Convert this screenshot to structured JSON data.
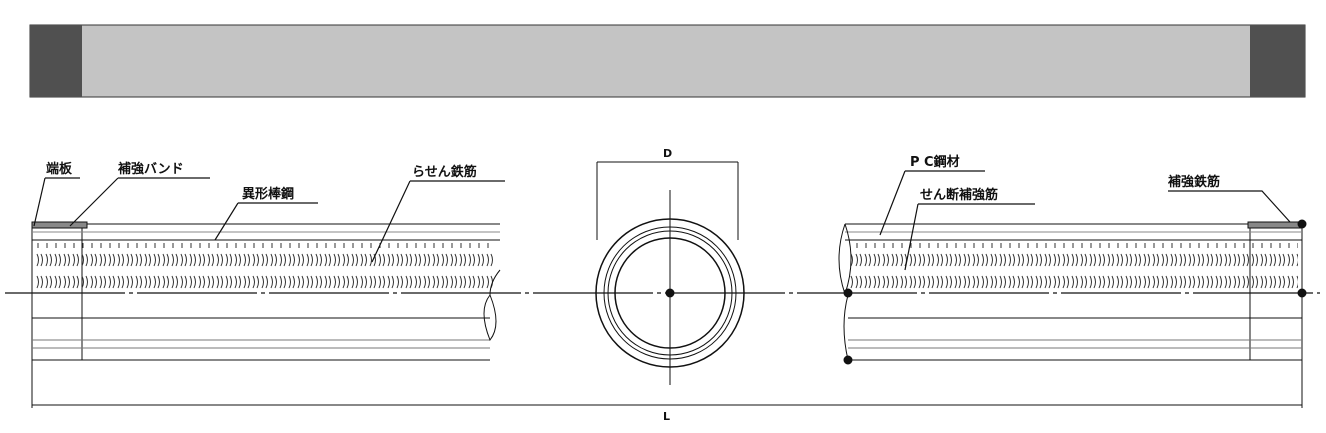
{
  "labels": {
    "end_plate": "端板",
    "reinforcing_band": "補強バンド",
    "deformed_bar": "異形棒鋼",
    "spiral_rebar": "らせん鉄筋",
    "pc_steel": "P C鋼材",
    "shear_reinforcement": "せん断補強筋",
    "reinforcing_rebar": "補強鉄筋",
    "diameter": "D",
    "length": "L"
  },
  "colors": {
    "bar_end": "#505050",
    "bar_body": "#c4c4c4",
    "line": "#111111"
  }
}
